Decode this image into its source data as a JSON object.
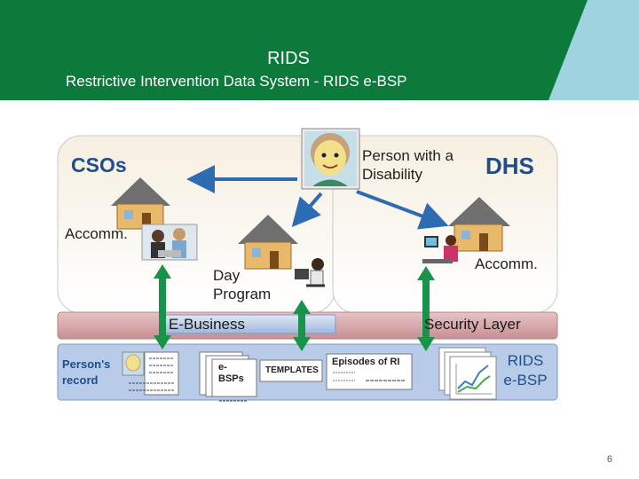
{
  "header": {
    "title": "RIDS",
    "subtitle": "Restrictive Intervention Data System - RIDS e-BSP"
  },
  "diagram": {
    "left_region_label": "CSOs",
    "right_region_label": "DHS",
    "person_label": "Person with a Disability",
    "left_accomm_label": "Accomm.",
    "right_accomm_label": "Accomm.",
    "day_program_label": "Day Program",
    "ebusiness_label": "E-Business",
    "security_label": "Security Layer",
    "persons_record_label": "Person's record",
    "ebsps_label": "e-BSPs",
    "templates_label": "TEMPLATES",
    "episodes_label": "Episodes of RI",
    "rids_ebsp_label": "RIDS e-BSP"
  },
  "colors": {
    "header_green": "#0b7a3b",
    "header_teal": "#9fd3df",
    "region_fill": "#f3ecdd",
    "label_blue": "#1f4e8c",
    "arrow_blue": "#2d6bb3",
    "arrow_green": "#17944a",
    "bar_pink": "#d9a5a8",
    "bar_blue": "#b8cbe8"
  },
  "page_number": "6"
}
